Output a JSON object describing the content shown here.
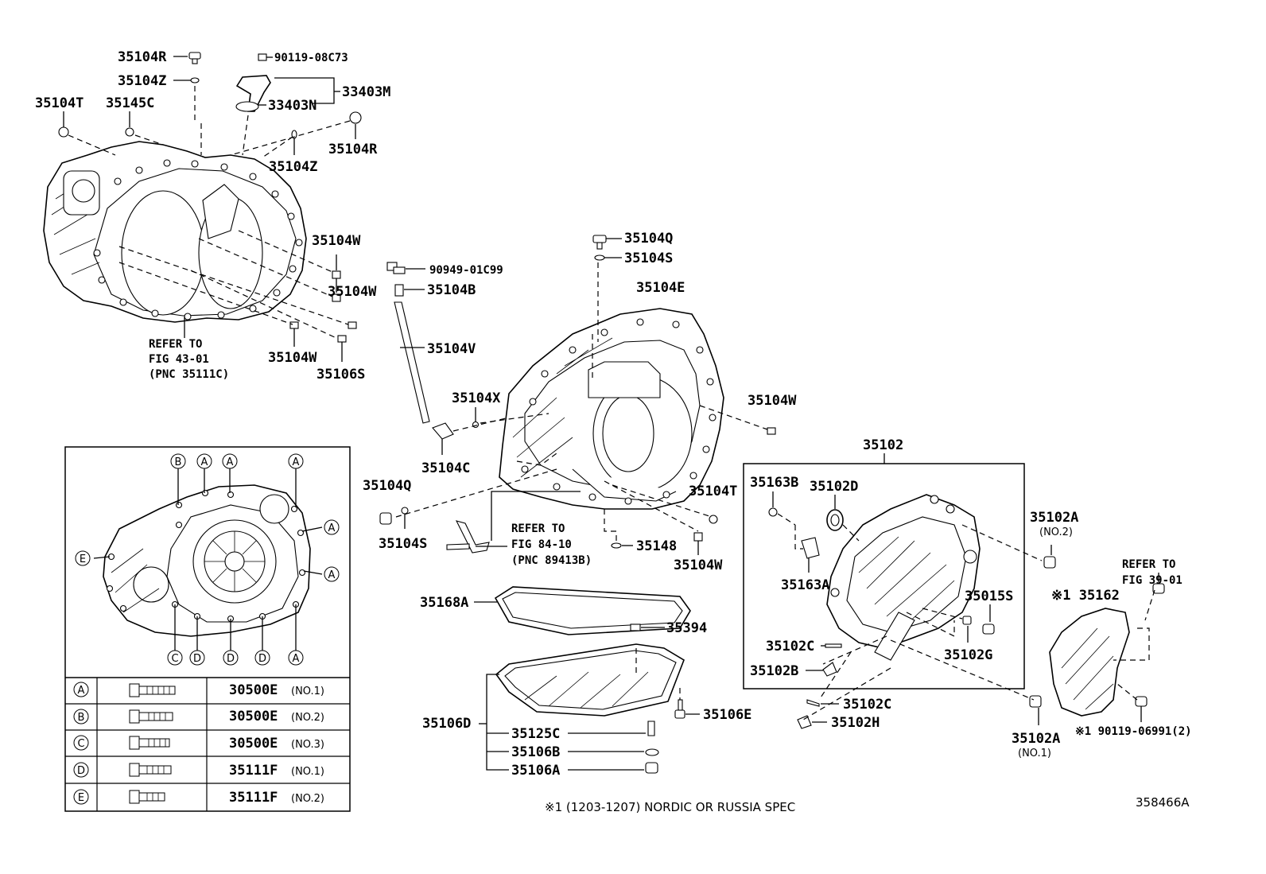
{
  "labels": {
    "p35104R_a": "35104R",
    "p90119_08C73": "90119-08C73",
    "p35104Z_a": "35104Z",
    "p33403M": "33403M",
    "p33403N": "33403N",
    "p35104T_a": "35104T",
    "p35145C": "35145C",
    "p35104R_b": "35104R",
    "p35104Z_b": "35104Z",
    "p35104W_a": "35104W",
    "p35104W_b": "35104W",
    "p35104W_c": "35104W",
    "p35106S": "35106S",
    "p90949_01C99": "90949-01C99",
    "p35104B": "35104B",
    "p35104V": "35104V",
    "p35104Q_a": "35104Q",
    "p35104S_a": "35104S",
    "p35104E": "35104E",
    "p35104X": "35104X",
    "p35104C": "35104C",
    "p35104W_d": "35104W",
    "p35104Q_b": "35104Q",
    "p35104S_b": "35104S",
    "p35104T_b": "35104T",
    "p35148": "35148",
    "p35104W_e": "35104W",
    "p35168A": "35168A",
    "p35394": "35394",
    "p35106D": "35106D",
    "p35125C": "35125C",
    "p35106B": "35106B",
    "p35106A": "35106A",
    "p35106E": "35106E",
    "p35102": "35102",
    "p35163B": "35163B",
    "p35102D": "35102D",
    "p35163A": "35163A",
    "p35015S": "35015S",
    "p35102C_a": "35102C",
    "p35102G": "35102G",
    "p35102B": "35102B",
    "p35102C_b": "35102C",
    "p35102H": "35102H",
    "p35102A_a": "35102A",
    "p35102A_a_sub": "(NO.2)",
    "p35102A_b": "35102A",
    "p35102A_b_sub": "(NO.1)",
    "p35162": "※1 35162",
    "p90119_06991": "※1 90119-06991(2)"
  },
  "refs": {
    "fig43_l1": "REFER TO",
    "fig43_l2": "FIG 43-01",
    "fig43_l3": "(PNC 35111C)",
    "fig84_l1": "REFER TO",
    "fig84_l2": "FIG 84-10",
    "fig84_l3": "(PNC 89413B)",
    "fig39_l1": "REFER TO",
    "fig39_l2": "FIG 39-01"
  },
  "footnote": "※1 (1203-1207) NORDIC OR RUSSIA SPEC",
  "diagram_id": "358466A",
  "inset_letters": {
    "top": [
      "B",
      "A",
      "A",
      "A"
    ],
    "right": [
      "A",
      "A"
    ],
    "left": [
      "E"
    ],
    "bottom": [
      "C",
      "D",
      "D",
      "D",
      "A"
    ]
  },
  "bolt_table": [
    {
      "letter": "A",
      "part": "30500E",
      "note": "(NO.1)"
    },
    {
      "letter": "B",
      "part": "30500E",
      "note": "(NO.2)"
    },
    {
      "letter": "C",
      "part": "30500E",
      "note": "(NO.3)"
    },
    {
      "letter": "D",
      "part": "35111F",
      "note": "(NO.1)"
    },
    {
      "letter": "E",
      "part": "35111F",
      "note": "(NO.2)"
    }
  ]
}
